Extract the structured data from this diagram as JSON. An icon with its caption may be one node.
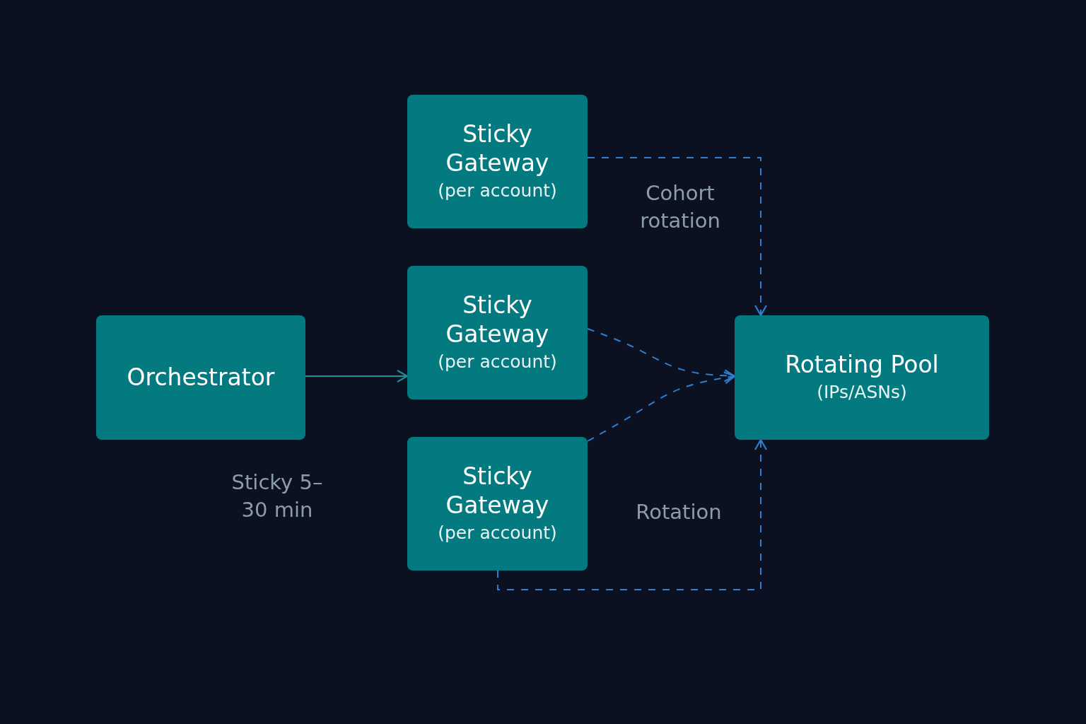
{
  "diagram": {
    "nodes": [
      {
        "text": [
          "Orchestrator"
        ]
      },
      {
        "text": [
          "Sticky Gateway",
          "(per account)"
        ]
      },
      {
        "text": [
          "Sticky Gateway",
          "(per account)"
        ]
      },
      {
        "text": [
          "Sticky Gateway",
          "(per account)"
        ]
      },
      {
        "text": [
          "Rotating Pool",
          "(IPs/ASNs)"
        ]
      }
    ],
    "edges": [
      {
        "from": 0,
        "to": 2,
        "arrow": "to",
        "color": "#1f8f99"
      },
      {
        "from": 1,
        "to": 4,
        "arrow": "to",
        "label": "Cohort rotation",
        "style": "dashed"
      },
      {
        "from": 2,
        "to": 4,
        "arrow": "to",
        "style": "dashed"
      },
      {
        "from": 3,
        "to": 4,
        "arrow": "to",
        "style": "dashed"
      },
      {
        "from": 3,
        "to": 4,
        "arrow": "to",
        "label": "Rotation",
        "style": "dashed"
      }
    ],
    "labels": [
      "Sticky 5–30 min"
    ]
  }
}
